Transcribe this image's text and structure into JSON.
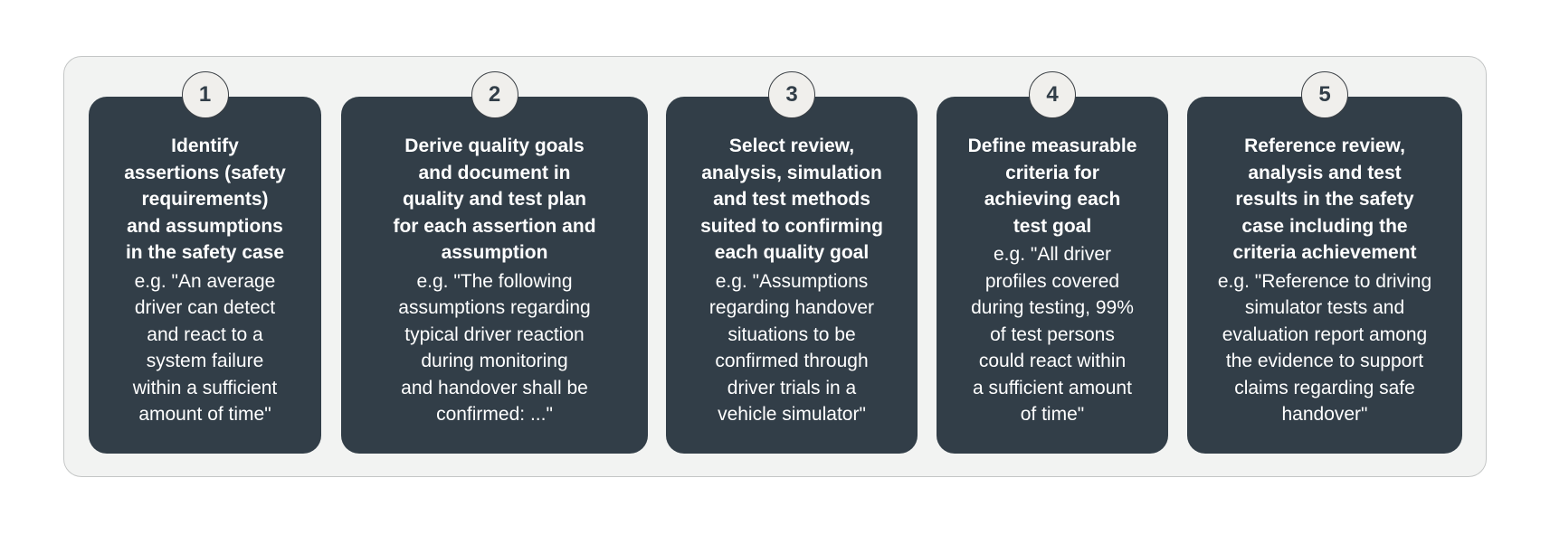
{
  "colors": {
    "card": "#323e48",
    "panel": "#f2f3f2",
    "badge": "#f0efec"
  },
  "steps": [
    {
      "number": "1",
      "title": [
        "Identify",
        "assertions (safety",
        "requirements)",
        "and assumptions",
        "in the safety case"
      ],
      "example": [
        "e.g. \"An average",
        "driver can detect",
        "and react to a",
        "system failure",
        "within a sufficient",
        "amount of time\""
      ]
    },
    {
      "number": "2",
      "title": [
        "Derive quality goals",
        "and document in",
        "quality and test plan",
        "for each assertion and",
        "assumption"
      ],
      "example": [
        "e.g. \"The following",
        "assumptions regarding",
        "typical driver reaction",
        "during monitoring",
        "and handover shall be",
        "confirmed: ...\""
      ]
    },
    {
      "number": "3",
      "title": [
        "Select review,",
        "analysis, simulation",
        "and test methods",
        "suited to confirming",
        "each quality goal"
      ],
      "example": [
        "e.g. \"Assumptions",
        "regarding handover",
        "situations to be",
        "confirmed through",
        "driver trials in a",
        "vehicle simulator\""
      ]
    },
    {
      "number": "4",
      "title": [
        "Define measurable",
        "criteria for",
        "achieving each",
        "test goal"
      ],
      "example": [
        "e.g. \"All driver",
        "profiles covered",
        "during testing, 99%",
        "of test persons",
        "could react within",
        "a sufficient amount",
        "of time\""
      ]
    },
    {
      "number": "5",
      "title": [
        "Reference review,",
        "analysis and test",
        "results in the safety",
        "case including the",
        "criteria achievement"
      ],
      "example": [
        "e.g. \"Reference to driving",
        "simulator tests and",
        "evaluation report among",
        "the evidence to support",
        "claims regarding safe",
        "handover\""
      ]
    }
  ]
}
